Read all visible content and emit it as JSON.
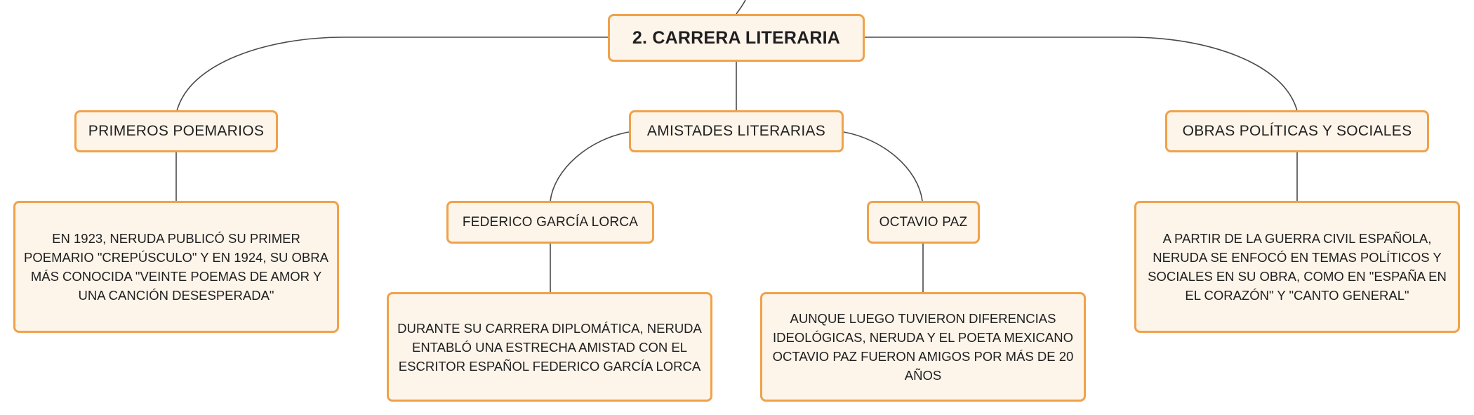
{
  "root": {
    "label": "2. CARRERA LITERARIA"
  },
  "branches": [
    {
      "label": "PRIMEROS POEMARIOS",
      "detail": "EN 1923, NERUDA PUBLICÓ SU PRIMER POEMARIO \"CREPÚSCULO\" Y EN 1924, SU OBRA MÁS CONOCIDA \"VEINTE POEMAS DE AMOR Y UNA CANCIÓN DESESPERADA\""
    },
    {
      "label": "AMISTADES LITERARIAS",
      "children": [
        {
          "label": "FEDERICO GARCÍA LORCA",
          "detail": "DURANTE SU CARRERA DIPLOMÁTICA, NERUDA ENTABLÓ UNA ESTRECHA AMISTAD CON EL ESCRITOR ESPAÑOL FEDERICO GARCÍA LORCA"
        },
        {
          "label": "OCTAVIO PAZ",
          "detail": "AUNQUE LUEGO TUVIERON DIFERENCIAS IDEOLÓGICAS, NERUDA Y EL POETA MEXICANO OCTAVIO PAZ FUERON AMIGOS POR MÁS DE 20 AÑOS"
        }
      ]
    },
    {
      "label": "OBRAS POLÍTICAS Y SOCIALES",
      "detail": "A PARTIR DE LA GUERRA CIVIL ESPAÑOLA, NERUDA SE ENFOCÓ EN TEMAS POLÍTICOS Y SOCIALES EN SU OBRA, COMO EN \"ESPAÑA EN EL CORAZÓN\" Y \"CANTO GENERAL\""
    }
  ],
  "colors": {
    "border": "#f0a24a",
    "fill": "#fdf4ea",
    "link": "#4a4a4a"
  }
}
